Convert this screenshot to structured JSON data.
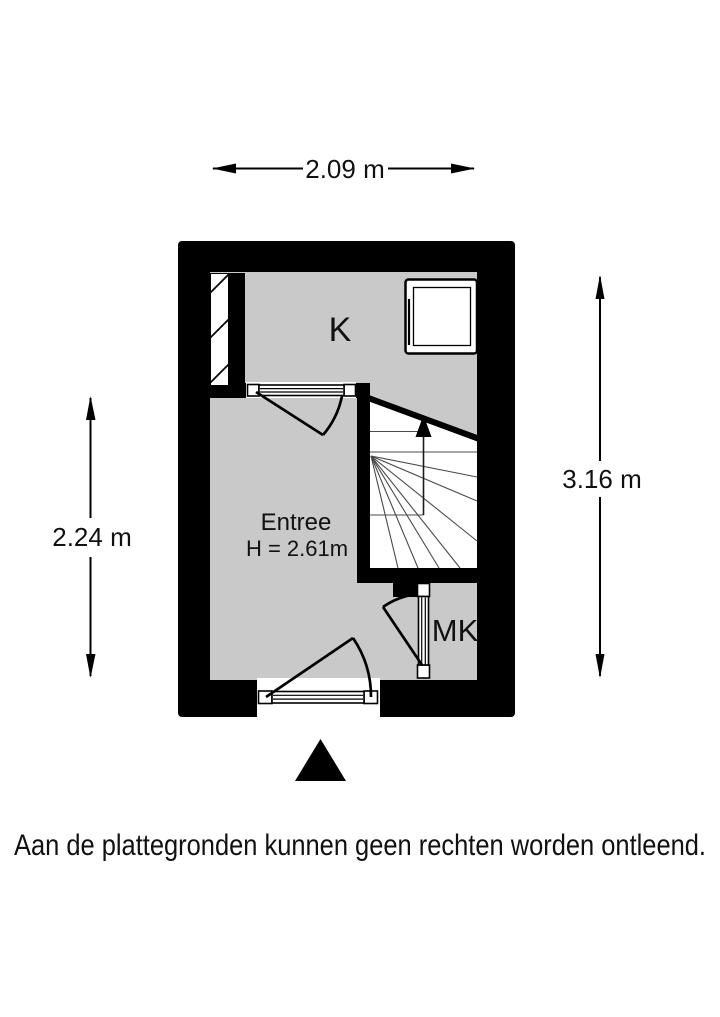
{
  "floorplan": {
    "dimensions": {
      "top": "2.09 m",
      "left": "2.24 m",
      "right": "3.16 m"
    },
    "rooms": {
      "kitchen": {
        "label": "K"
      },
      "entree": {
        "label": "Entree",
        "ceiling_height": "H = 2.61m"
      },
      "meter_closet": {
        "label": "MK"
      }
    },
    "stairs": {
      "direction": "up"
    },
    "disclaimer": "Aan de plattegronden kunnen geen rechten worden ontleend.",
    "colors": {
      "wall": "#000000",
      "floor": "#c9c9c9",
      "background": "#ffffff",
      "stair_lines": "#4a4a4a"
    }
  }
}
